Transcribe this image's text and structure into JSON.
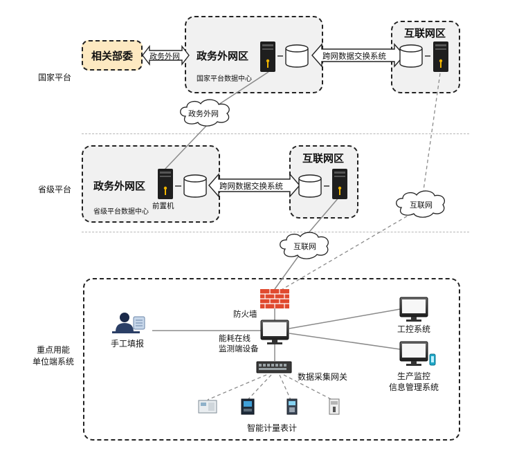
{
  "levels": {
    "national": "国家平台",
    "provincial": "省级平台",
    "enterprise": "重点用能\n单位端系统"
  },
  "national": {
    "related_dept": "相关部委",
    "gov_link": "政务外网",
    "gov_zone_title": "政务外网区",
    "gov_zone_sub": "国家平台数据中心",
    "exchange": "跨网数据交换系统",
    "internet_zone_title": "互联网区",
    "cloud_gov": "政务外网"
  },
  "provincial": {
    "gov_zone_title": "政务外网区",
    "gov_zone_sub": "省级平台数据中心",
    "front_machine": "前置机",
    "exchange": "跨网数据交换系统",
    "internet_zone_title": "互联网区",
    "cloud_internet_right": "互联网",
    "cloud_internet_mid": "互联网"
  },
  "enterprise": {
    "firewall": "防火墙",
    "manual": "手工填报",
    "monitor_device": "能耗在线\n监测端设备",
    "industrial_control": "工控系统",
    "production_monitor": "生产监控\n信息管理系统",
    "gateway": "数据采集网关",
    "meters": "智能计量表计"
  },
  "colors": {
    "zone_fill": "#f1f1f1",
    "pill_fill": "#fde9c1",
    "firewall": "#e04a2f",
    "server_light": "#f2b600"
  }
}
